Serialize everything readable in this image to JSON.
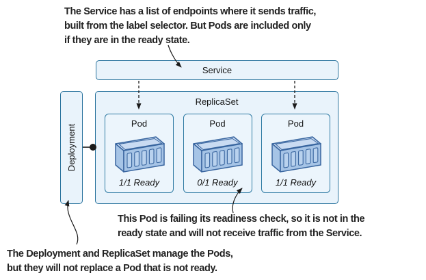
{
  "figure": {
    "type": "kubernetes-architecture-diagram",
    "background": "#ffffff"
  },
  "annotations": {
    "service_note": {
      "lines": [
        "The Service has a list of endpoints where it sends traffic,",
        "built from the label selector. But Pods are included only",
        "if they are in the ready state."
      ]
    },
    "readiness_note": {
      "lines": [
        "This Pod is failing its readiness check, so it is not in the",
        "ready state and will not receive traffic from the Service."
      ]
    },
    "deployment_note": {
      "lines": [
        "The Deployment and ReplicaSet manage the Pods,",
        "but they will not replace a Pod that is not ready."
      ]
    }
  },
  "diagram": {
    "service": {
      "label": "Service"
    },
    "replicaset": {
      "label": "ReplicaSet"
    },
    "deployment": {
      "label": "Deployment"
    },
    "pods": [
      {
        "label": "Pod",
        "status": "1/1 Ready",
        "icon": "container-icon",
        "receives_traffic": true
      },
      {
        "label": "Pod",
        "status": "0/1 Ready",
        "icon": "container-icon",
        "receives_traffic": false
      },
      {
        "label": "Pod",
        "status": "1/1 Ready",
        "icon": "container-icon",
        "receives_traffic": true
      }
    ]
  },
  "colors": {
    "box_fill": "#e9f3fb",
    "pod_fill": "#ecf5fc",
    "box_border": "#26719c",
    "container_outline": "#38659f",
    "container_front": "#a6c4e6",
    "container_top": "#c9dbf2",
    "container_slat": "#b9d2ee",
    "arrow": "#1a1a1a",
    "note_text": "#222222"
  }
}
